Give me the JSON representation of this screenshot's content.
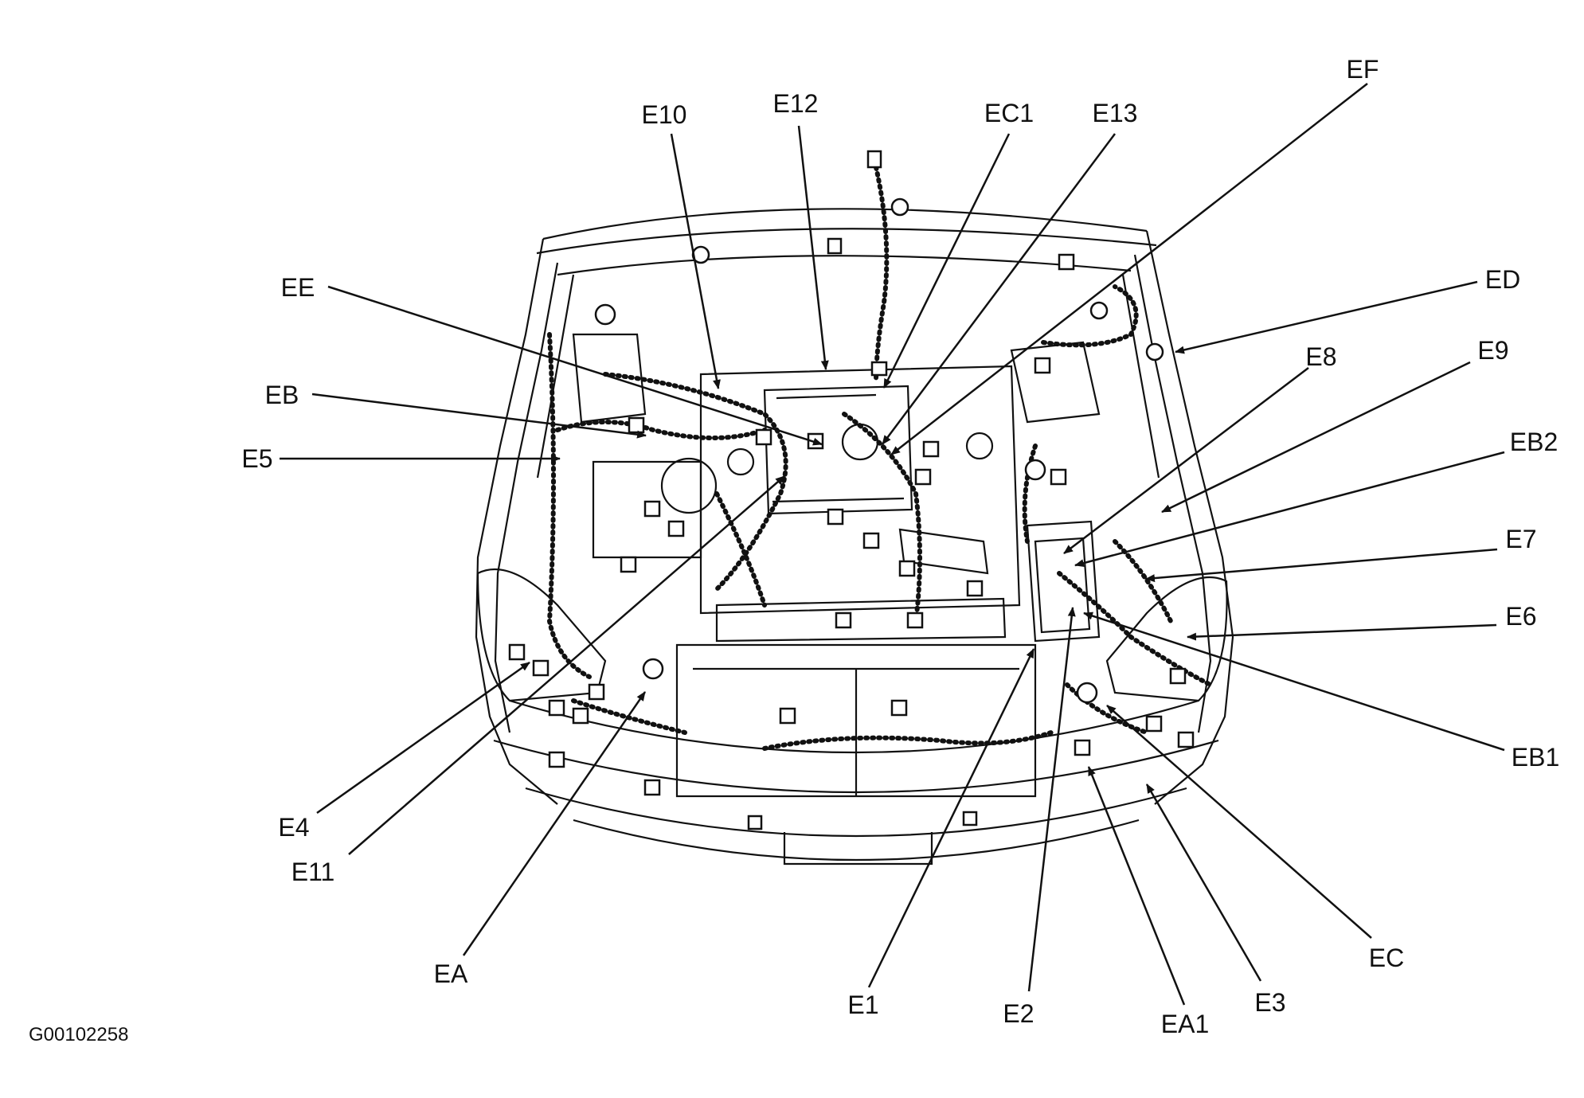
{
  "figure_code": "G00102258",
  "colors": {
    "ink": "#111111",
    "background": "#ffffff"
  },
  "labels": [
    {
      "id": "E10",
      "text": "E10"
    },
    {
      "id": "E12",
      "text": "E12"
    },
    {
      "id": "EC1",
      "text": "EC1"
    },
    {
      "id": "E13",
      "text": "E13"
    },
    {
      "id": "EF",
      "text": "EF"
    },
    {
      "id": "EE",
      "text": "EE"
    },
    {
      "id": "ED",
      "text": "ED"
    },
    {
      "id": "EB",
      "text": "EB"
    },
    {
      "id": "E8",
      "text": "E8"
    },
    {
      "id": "E9",
      "text": "E9"
    },
    {
      "id": "E5",
      "text": "E5"
    },
    {
      "id": "EB2",
      "text": "EB2"
    },
    {
      "id": "E7",
      "text": "E7"
    },
    {
      "id": "E6",
      "text": "E6"
    },
    {
      "id": "EB1",
      "text": "EB1"
    },
    {
      "id": "E4",
      "text": "E4"
    },
    {
      "id": "E11",
      "text": "E11"
    },
    {
      "id": "EA",
      "text": "EA"
    },
    {
      "id": "E1",
      "text": "E1"
    },
    {
      "id": "E2",
      "text": "E2"
    },
    {
      "id": "EA1",
      "text": "EA1"
    },
    {
      "id": "E3",
      "text": "E3"
    },
    {
      "id": "EC",
      "text": "EC"
    }
  ]
}
